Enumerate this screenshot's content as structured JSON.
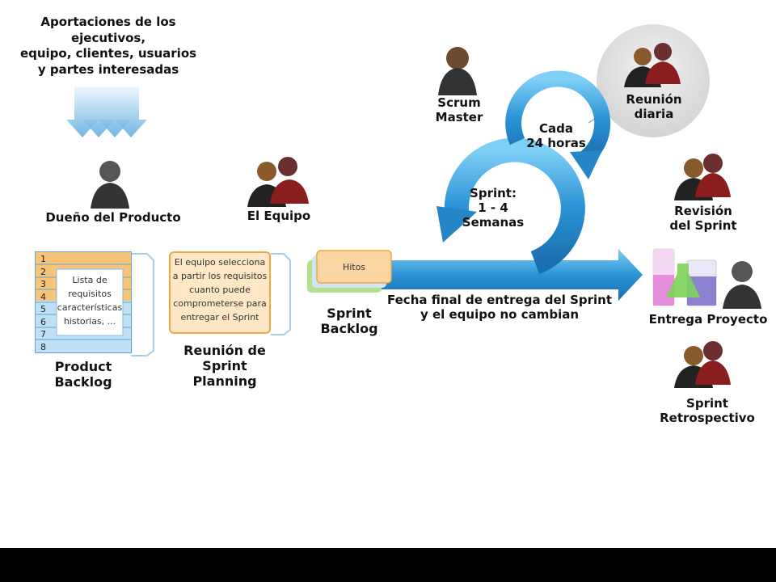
{
  "title_lines": [
    "Aportaciones de los ejecutivos,",
    "equipo, clientes, usuarios",
    "y partes interesadas"
  ],
  "product_owner": "Dueño del Producto",
  "team": "El Equipo",
  "scrum_master": [
    "Scrum",
    "Master"
  ],
  "daily_meeting": [
    "Reunión",
    "diaria"
  ],
  "every": [
    "Cada",
    "24 horas"
  ],
  "sprint": [
    "Sprint:",
    "1 - 4",
    "Semanas"
  ],
  "backlog_numbers": [
    "1",
    "2",
    "3",
    "4",
    "5",
    "6",
    "7",
    "8"
  ],
  "backlog_list": [
    "Lista de",
    "requisitos",
    "características",
    "historias, ..."
  ],
  "product_backlog": [
    "Product",
    "Backlog"
  ],
  "planning_note": [
    "El equipo selecciona",
    "a partir los requisitos",
    "cuanto puede",
    "comprometerse para",
    "entregar el Sprint"
  ],
  "planning_meeting": [
    "Reunión de",
    "Sprint",
    "Planning"
  ],
  "milestones": "Hitos",
  "sprint_backlog": [
    "Sprint",
    "Backlog"
  ],
  "fixed_date": [
    "Fecha final de entrega del Sprint",
    "y el equipo no cambian"
  ],
  "sprint_review": [
    "Revisión",
    "del Sprint"
  ],
  "delivery": "Entrega Proyecto",
  "retrospective": [
    "Sprint",
    "Retrospectivo"
  ],
  "colors": {
    "arrow_blue": "#2a8fd0",
    "arrow_light": "#6cc3f0",
    "orange": "#f7a94a",
    "backlog_blue": "#8fc4ea"
  }
}
